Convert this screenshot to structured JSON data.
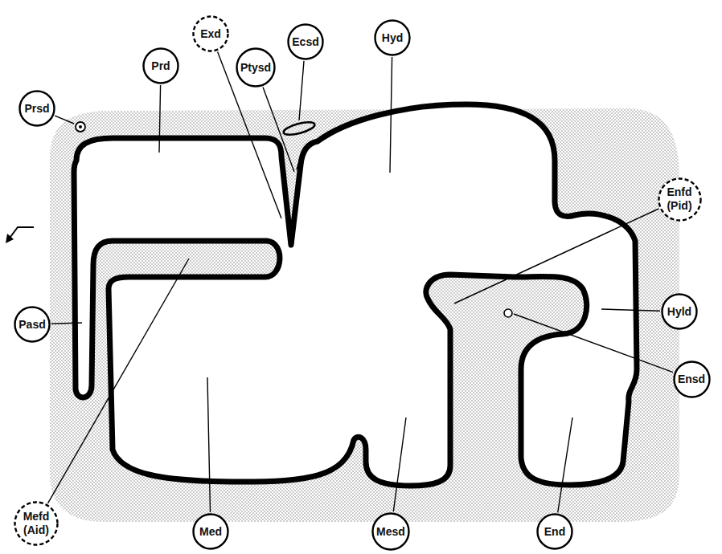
{
  "diagram": {
    "nodes": [
      {
        "text": [
          "Exd"
        ]
      },
      {
        "text": [
          "Ecsd"
        ]
      },
      {
        "text": [
          "Hyd"
        ]
      },
      {
        "text": [
          "Prd"
        ]
      },
      {
        "text": [
          "Ptysd"
        ]
      },
      {
        "text": [
          "Prsd"
        ]
      },
      {
        "text": [
          "Enfd (Pid)"
        ]
      },
      {
        "text": [
          "Hyld"
        ]
      },
      {
        "text": [
          "Pasd"
        ]
      },
      {
        "text": [
          "Ensd"
        ]
      },
      {
        "text": [
          "Mefd (Aid)"
        ]
      },
      {
        "text": [
          "Med"
        ]
      },
      {
        "text": [
          "Mesd"
        ]
      },
      {
        "text": [
          "End"
        ]
      }
    ]
  }
}
